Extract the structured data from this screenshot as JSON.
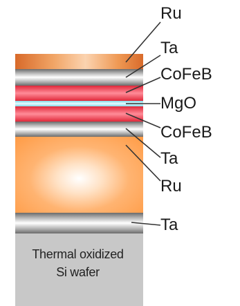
{
  "layers": {
    "ru_top": {
      "label": "Ru"
    },
    "ta_top": {
      "label": "Ta"
    },
    "cofeb_top": {
      "label": "CoFeB"
    },
    "mgo": {
      "label": "MgO"
    },
    "cofeb_bottom": {
      "label": "CoFeB"
    },
    "ta_middle": {
      "label": "Ta"
    },
    "ru_thick": {
      "label": "Ru"
    },
    "ta_bottom": {
      "label": "Ta"
    }
  },
  "substrate": {
    "line1": "Thermal oxidized",
    "line2": "Si wafer"
  },
  "colors": {
    "ru": "#f1a566",
    "ta": "#b8b8b8",
    "cofeb": "#e0283a",
    "mgo": "#80d9e6",
    "substrate": "#c8c8c8"
  }
}
